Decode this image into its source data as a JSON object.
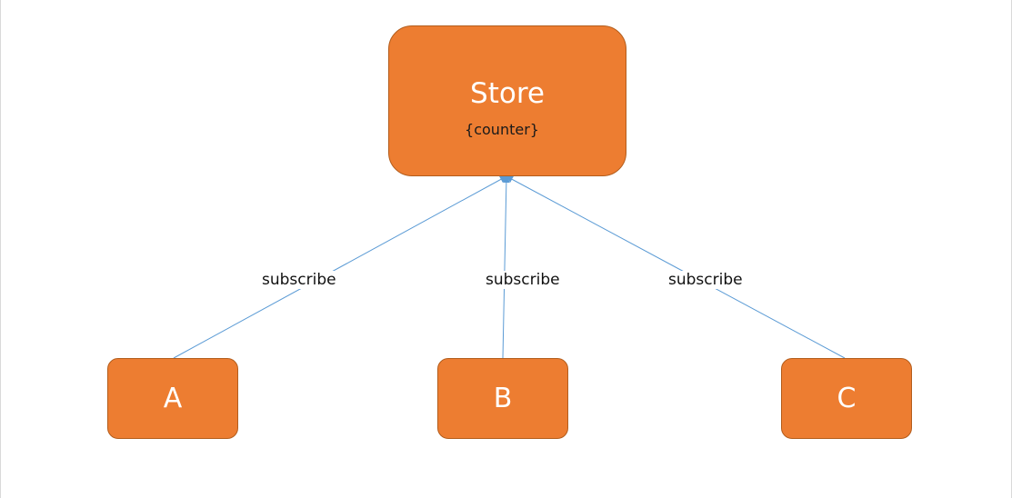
{
  "colors": {
    "node_fill": "#ed7d31",
    "node_border": "#b35d1c",
    "connector": "#5b9bd5",
    "node_text": "#ffffff",
    "label_text": "#111111"
  },
  "store": {
    "title": "Store",
    "subtitle": "{counter}"
  },
  "components": [
    {
      "label": "A"
    },
    {
      "label": "B"
    },
    {
      "label": "C"
    }
  ],
  "edges": [
    {
      "from": "A",
      "to": "Store",
      "label": "subscribe"
    },
    {
      "from": "B",
      "to": "Store",
      "label": "subscribe"
    },
    {
      "from": "C",
      "to": "Store",
      "label": "subscribe"
    }
  ]
}
